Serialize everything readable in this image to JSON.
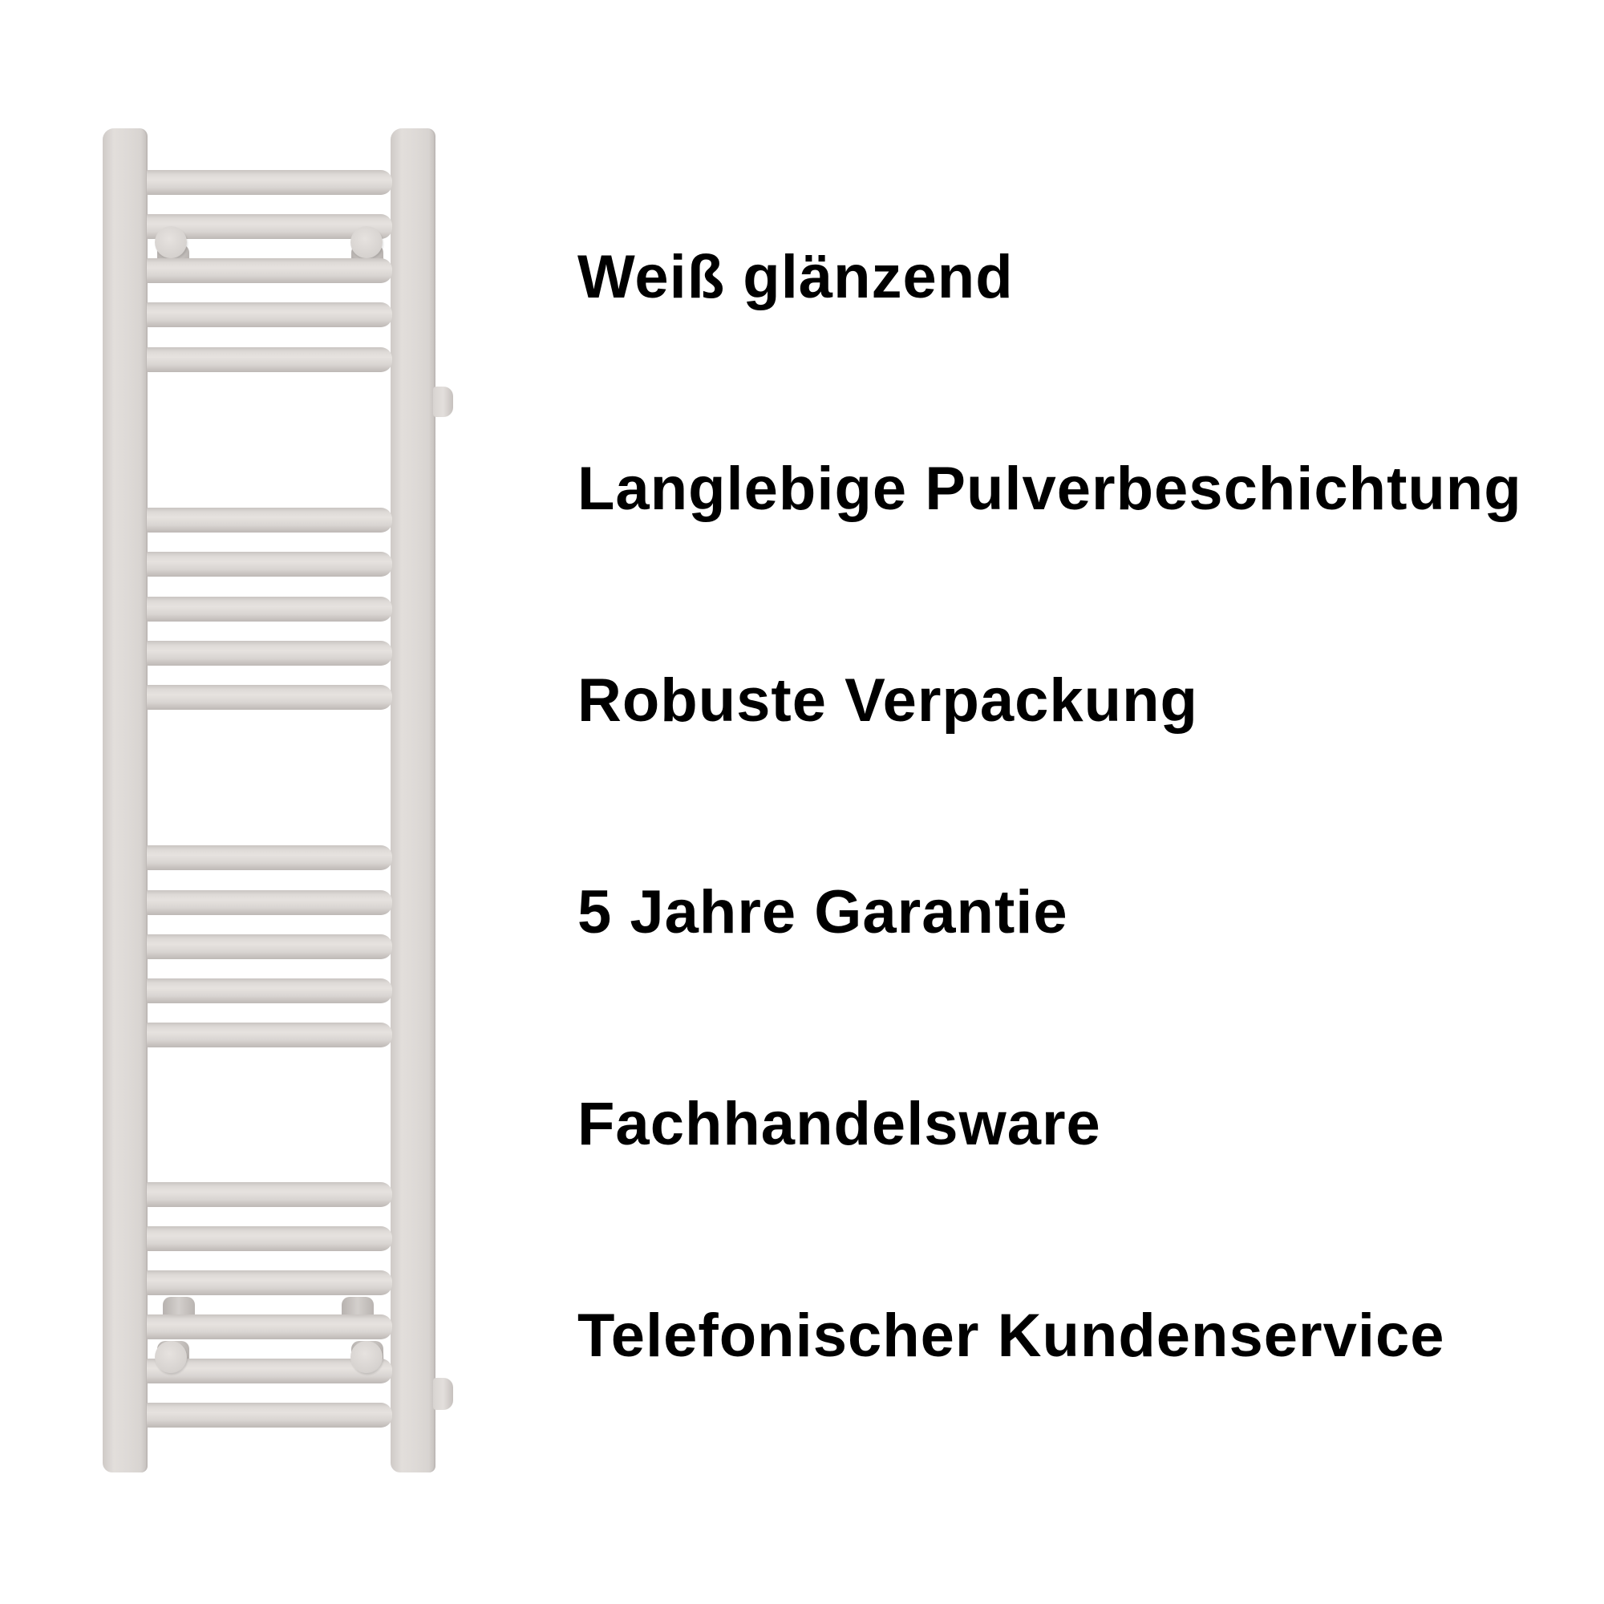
{
  "product": {
    "name": "towel-radiator",
    "color": "#dcd8d5",
    "bar_groups": [
      5,
      5,
      5,
      6
    ]
  },
  "features": [
    {
      "label": "Weiß glänzend"
    },
    {
      "label": "Langlebige Pulverbeschichtung"
    },
    {
      "label": "Robuste Verpackung"
    },
    {
      "label": "5 Jahre Garantie"
    },
    {
      "label": "Fachhandelsware"
    },
    {
      "label": "Telefonischer Kundenservice"
    }
  ]
}
